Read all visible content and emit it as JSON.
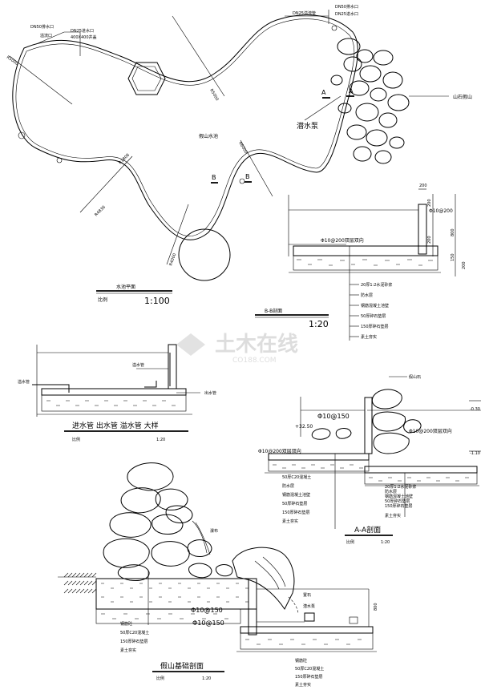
{
  "plan": {
    "title": "水池平面",
    "scale_label": "比例",
    "scale_value": "1:100",
    "callouts": [
      "DN50排水口",
      "DN25进水口",
      "溢流口",
      "400X400井盖",
      "DN50排水口",
      "DN25进水口",
      "DN25溢流管"
    ],
    "radius_labels": [
      "R5000",
      "R5000",
      "R1808",
      "R4000",
      "R6000",
      "R4836"
    ],
    "center_label": "假山水池",
    "pump_label": "潜水泵",
    "rockery_label": "山石假山",
    "section_marks": {
      "a1": "A",
      "a2": "A",
      "b1": "B",
      "b2": "B"
    }
  },
  "bsection": {
    "title": "B-B剖面",
    "scale_value": "1:20",
    "dims": [
      "200",
      "200",
      "800",
      "150",
      "200",
      "200"
    ],
    "rebar_top": "Φ10@200",
    "rebar_bottom": "Φ10@200双层双向",
    "layers": [
      "20厚1:2水泥砂浆",
      "防水层",
      "钢筋混凝土池壁",
      "50厚碎石垫层",
      "150厚碎石垫层",
      "素土夯实"
    ]
  },
  "pipes": {
    "title": "进水管 出水管 溢水管 大样",
    "scale_label": "比例",
    "scale_value": "1:20",
    "inlet_label": "溢水管",
    "overflow_label": "溢水管",
    "outlet_label": "出水管"
  },
  "asection": {
    "title": "A-A剖面",
    "scale_label": "比例",
    "scale_value": "1:20",
    "rock_label": "假山石",
    "elev_top": "-0.30",
    "elev_right": "-1.10",
    "elev_left": "+32.50",
    "rebar_a": "Φ10@150",
    "rebar_b": "Φ10@200双层双向",
    "rebar_c": "Φ10@200双层双向",
    "layers_left": [
      "50厚C20混凝土",
      "防水层",
      "钢筋混凝土池壁",
      "50厚碎石垫层",
      "150厚碎石垫层",
      "素土夯实"
    ],
    "layers_right": [
      "20厚1:2水泥砂浆",
      "防水层",
      "钢筋混凝土池壁",
      "50厚碎石垫层",
      "150厚碎石垫层",
      "素土夯实"
    ]
  },
  "rockery": {
    "title": "假山基础剖面",
    "scale_label": "比例",
    "scale_value": "1:20",
    "water_label": "瀑布",
    "rebar_a": "Φ10@150",
    "rebar_b": "Φ10@150",
    "pump_label": "潜水泵",
    "stone_label": "置石",
    "dim_label": "800",
    "layers_left": [
      "钢筋砼",
      "50厚C20混凝土",
      "150厚碎石垫层",
      "素土夯实"
    ],
    "layers_right": [
      "钢筋砼",
      "50厚C20混凝土",
      "150厚碎石垫层",
      "素土夯实"
    ]
  },
  "watermark": {
    "brand": "土木在线",
    "url": "CO188.COM"
  }
}
